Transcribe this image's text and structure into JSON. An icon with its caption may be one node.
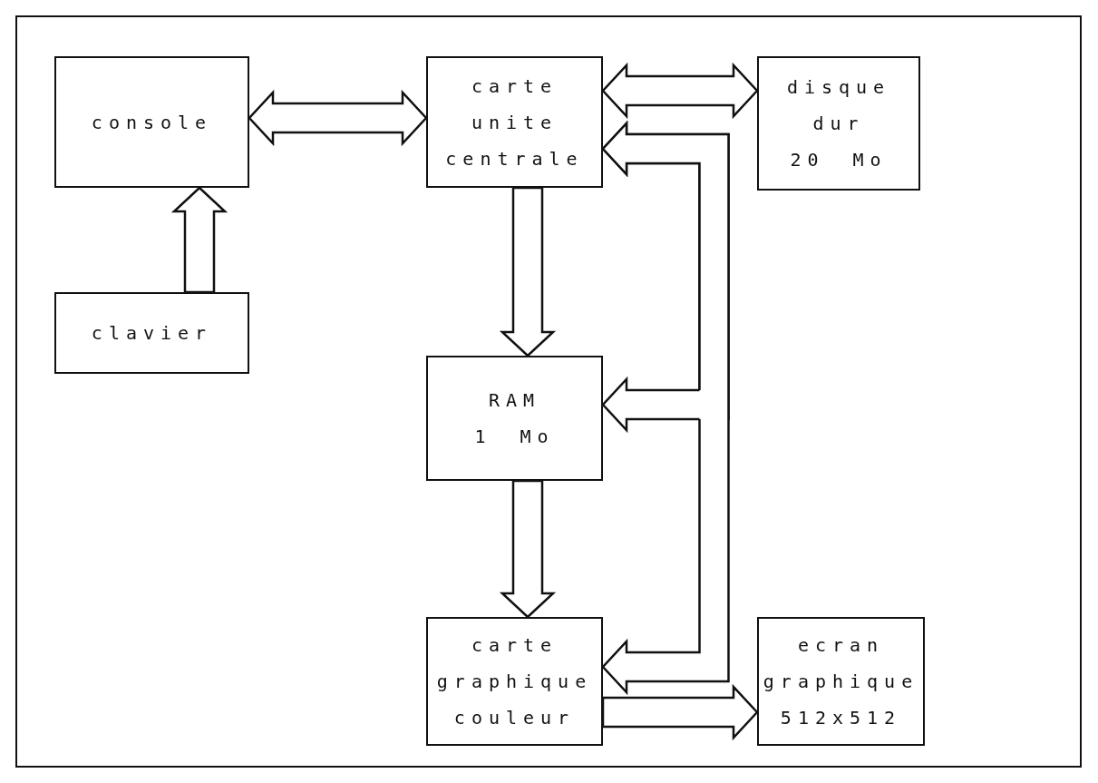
{
  "diagram": {
    "nodes": [
      {
        "text": [
          "console"
        ]
      },
      {
        "text": [
          "carte unite centrale"
        ]
      },
      {
        "text": [
          "disque dur 20 Mo"
        ]
      },
      {
        "text": [
          "clavier"
        ]
      },
      {
        "text": [
          "RAM 1 Mo"
        ]
      },
      {
        "text": [
          "carte graphique couleur"
        ]
      },
      {
        "text": [
          "ecran graphique 512x512"
        ]
      }
    ],
    "edges": [
      {
        "from": 0,
        "to": 1,
        "arrow": "both"
      },
      {
        "from": 1,
        "to": 2,
        "arrow": "both"
      },
      {
        "from": 3,
        "to": 0,
        "arrow": "to"
      },
      {
        "from": 1,
        "to": 4,
        "arrow": "to"
      },
      {
        "from": 4,
        "to": 5,
        "arrow": "to"
      },
      {
        "from": 5,
        "to": 6,
        "arrow": "to"
      },
      {
        "from": 1,
        "to": 5,
        "arrow": "both"
      },
      {
        "from": 1,
        "to": 4,
        "arrow": "both"
      }
    ]
  }
}
